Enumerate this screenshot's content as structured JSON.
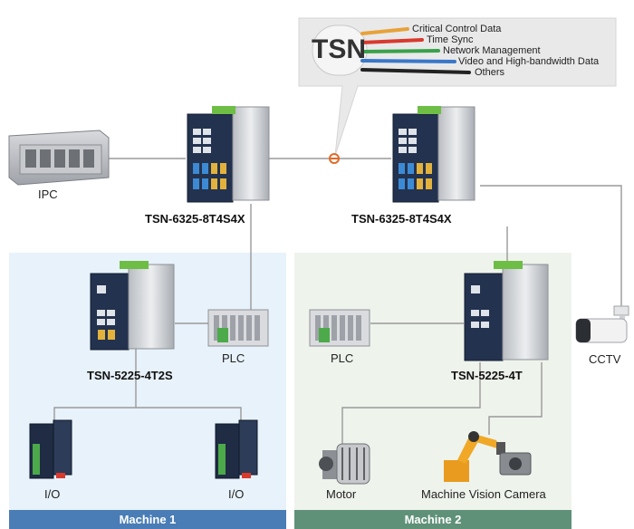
{
  "tsn_legend": {
    "badge": "TSN",
    "items": [
      {
        "label": "Critical Control Data",
        "color": "#e8a23a"
      },
      {
        "label": "Time Sync",
        "color": "#d83a2e"
      },
      {
        "label": "Network Management",
        "color": "#3aa14a"
      },
      {
        "label": "Video and High-bandwidth Data",
        "color": "#3a78c8"
      },
      {
        "label": "Others",
        "color": "#222222"
      }
    ]
  },
  "devices": {
    "ipc": "IPC",
    "core_switch_left": "TSN-6325-8T4S4X",
    "core_switch_right": "TSN-6325-8T4S4X",
    "edge_switch_left": "TSN-5225-4T2S",
    "edge_switch_right": "TSN-5225-4T",
    "plc_left": "PLC",
    "plc_right": "PLC",
    "io_left": "I/O",
    "io_right": "I/O",
    "motor": "Motor",
    "camera": "Machine Vision Camera",
    "cctv": "CCTV"
  },
  "zones": {
    "machine1": "Machine 1",
    "machine2": "Machine 2"
  }
}
